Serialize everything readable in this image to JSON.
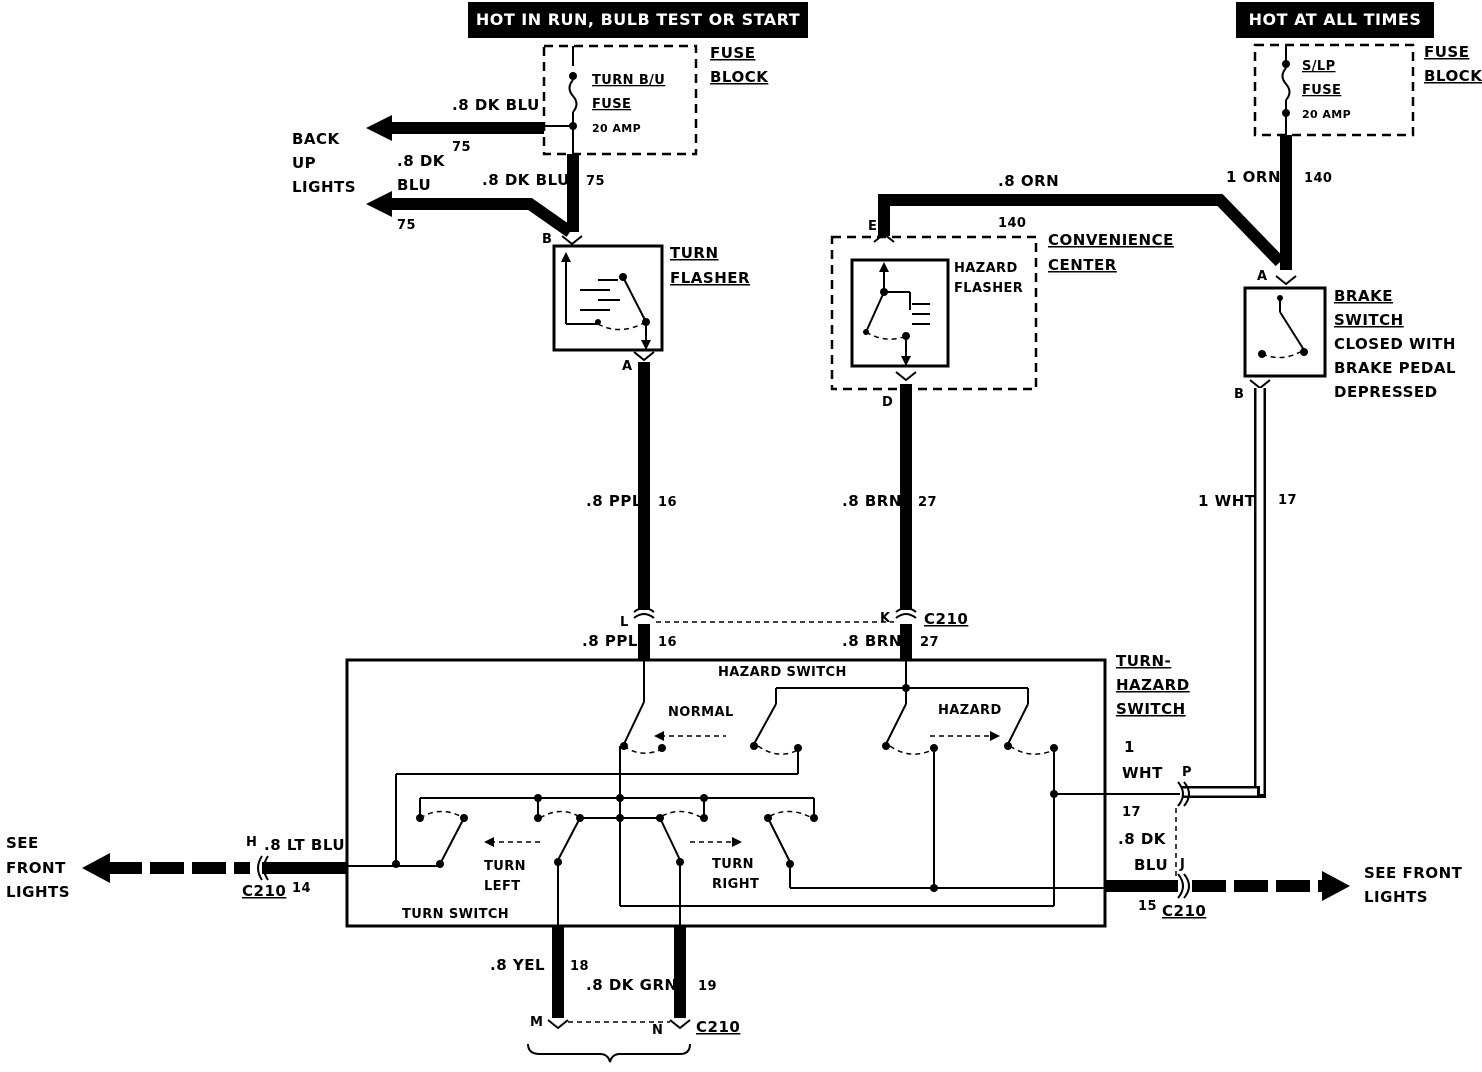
{
  "banners": {
    "left": "HOT IN RUN,   BULB TEST OR START",
    "right": "HOT AT ALL TIMES"
  },
  "fuse_block_left": {
    "label_line1": "FUSE",
    "label_line2": "BLOCK",
    "fuse_line1": "TURN B/U",
    "fuse_line2": "FUSE",
    "rating": "20 AMP"
  },
  "fuse_block_right": {
    "label_line1": "FUSE",
    "label_line2": "BLOCK",
    "fuse_line1": "S/LP",
    "fuse_line2": "FUSE",
    "rating": "20 AMP"
  },
  "backup": {
    "wire1": ".8 DK BLU",
    "circuit1": "75",
    "title_line1": "BACK",
    "title_line2": "UP",
    "title_line3": "LIGHTS",
    "wire2_line1": ".8 DK",
    "wire2_line2": "BLU",
    "wire3": ".8 DK BLU",
    "circuit2": "75",
    "circuit3": "75"
  },
  "turn_flasher": {
    "label_line1": "TURN",
    "label_line2": "FLASHER",
    "pin_top": "B",
    "pin_bottom": "A"
  },
  "convenience": {
    "wire_top": ".8 ORN",
    "circuit_top": "140",
    "pin_top": "E",
    "label_line1": "CONVENIENCE",
    "label_line2": "CENTER",
    "flasher_line1": "HAZARD",
    "flasher_line2": "FLASHER",
    "pin_bottom": "D"
  },
  "brake_switch": {
    "wire": "1 ORN",
    "circuit": "140",
    "pin_top": "A",
    "pin_bottom": "B",
    "label_line1": "BRAKE",
    "label_line2": "SWITCH",
    "label_line3": "CLOSED WITH",
    "label_line4": "BRAKE PEDAL",
    "label_line5": "DEPRESSED"
  },
  "vertical_wires": {
    "ppl": ".8 PPL",
    "ppl_circuit": "16",
    "brn": ".8 BRN",
    "brn_circuit": "27",
    "wht": "1 WHT",
    "wht_circuit": "17"
  },
  "connector_c210_top": {
    "pin_l": "L",
    "pin_k": "K",
    "name": "C210",
    "ppl": ".8 PPL",
    "ppl_circuit": "16",
    "brn": ".8 BRN",
    "brn_circuit": "27"
  },
  "turn_hazard_switch": {
    "label_line1": "TURN-",
    "label_line2": "HAZARD",
    "label_line3": "SWITCH",
    "hazard_switch": "HAZARD SWITCH",
    "normal": "NORMAL",
    "hazard": "HAZARD",
    "turn_left_line1": "TURN",
    "turn_left_line2": "LEFT",
    "turn_right_line1": "TURN",
    "turn_right_line2": "RIGHT",
    "turn_switch": "TURN SWITCH"
  },
  "left_output": {
    "see_line1": "SEE",
    "see_line2": "FRONT",
    "see_line3": "LIGHTS",
    "pin": "H",
    "wire": ".8 LT BLU",
    "connector": "C210",
    "circuit": "14"
  },
  "right_output": {
    "wht_line1": "1",
    "wht_line2": "WHT",
    "pin_p": "P",
    "circuit_17": "17",
    "blu_line1": ".8 DK",
    "blu_line2": "BLU",
    "pin_j": "J",
    "circuit": "15",
    "connector": "C210",
    "see_line1": "SEE FRONT",
    "see_line2": "LIGHTS"
  },
  "bottom_outputs": {
    "yel": ".8 YEL",
    "yel_circuit": "18",
    "grn": ".8 DK GRN",
    "grn_circuit": "19",
    "pin_m": "M",
    "pin_n": "N",
    "connector": "C210"
  }
}
